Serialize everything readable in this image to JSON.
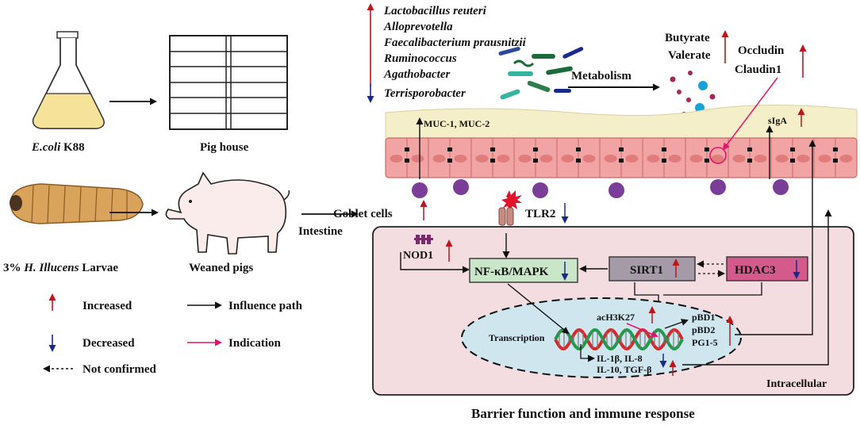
{
  "source": {
    "ecoli_strain_prefix": "E.coli",
    "ecoli_strain_suffix": " K88",
    "pig_house": "Pig house"
  },
  "feed": {
    "larvae_pct": "3% ",
    "larvae_species": "H. Illucens",
    "larvae_suffix": " Larvae",
    "weaned_pigs": "Weaned pigs"
  },
  "legend": {
    "increased": "Increased",
    "decreased": "Decreased",
    "not_confirmed": "Not confirmed",
    "influence_path": "Influence path",
    "indication": "Indication"
  },
  "microbes": {
    "increased": [
      "Lactobacillus reuteri",
      "Alloprevotella",
      "Faecalibacterium prausnitzii",
      "Ruminococcus",
      "Agathobacter"
    ],
    "decreased": [
      "Terrisporobacter"
    ]
  },
  "metabolism_label": "Metabolism",
  "metabolites": [
    "Butyrate",
    "Valerate"
  ],
  "tight_junctions": [
    "Occludin",
    "Claudin1"
  ],
  "mucins": "MUC-1, MUC-2",
  "siga": "sIgA",
  "goblet_cells": "Goblet cells",
  "tlr2": "TLR2",
  "intestine": "Intestine",
  "cell": {
    "nod1": "NOD1",
    "nfkb": "NF-κB/MAPK",
    "sirt1": "SIRT1",
    "hdac3": "HDAC3",
    "transcription": "Transcription",
    "ach3k27": "acH3K27",
    "cytokines_down": "IL-1β, IL-8",
    "cytokines_up": "IL-10, TGF-β",
    "defensins": [
      "pBD1",
      "pBD2",
      "PG1-5"
    ],
    "intracellular": "Intracellular"
  },
  "caption": "Barrier function and immune response",
  "colors": {
    "up": "#c0141b",
    "down": "#1a2a8c",
    "indicate": "#e0146e",
    "mucus": "#f5efc9",
    "epithelium": "#f2a3a3",
    "cell_bg": "#f3dde0",
    "nucleus": "#cfe6ef",
    "goblet": "#7a3d98"
  }
}
